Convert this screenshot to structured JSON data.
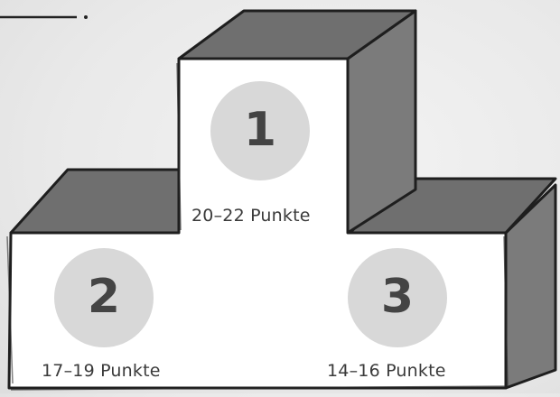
{
  "podium": {
    "places": [
      {
        "rank": "1",
        "points_label": "20–22 Punkte"
      },
      {
        "rank": "2",
        "points_label": "17–19 Punkte"
      },
      {
        "rank": "3",
        "points_label": "14–16 Punkte"
      }
    ]
  },
  "colors": {
    "block_face": "#ffffff",
    "block_side": "#7b7b7b",
    "block_top": "#6f6f6f",
    "outline": "#1e1e1e",
    "circle": "#d8d8d8",
    "text": "#3a3a3a"
  }
}
